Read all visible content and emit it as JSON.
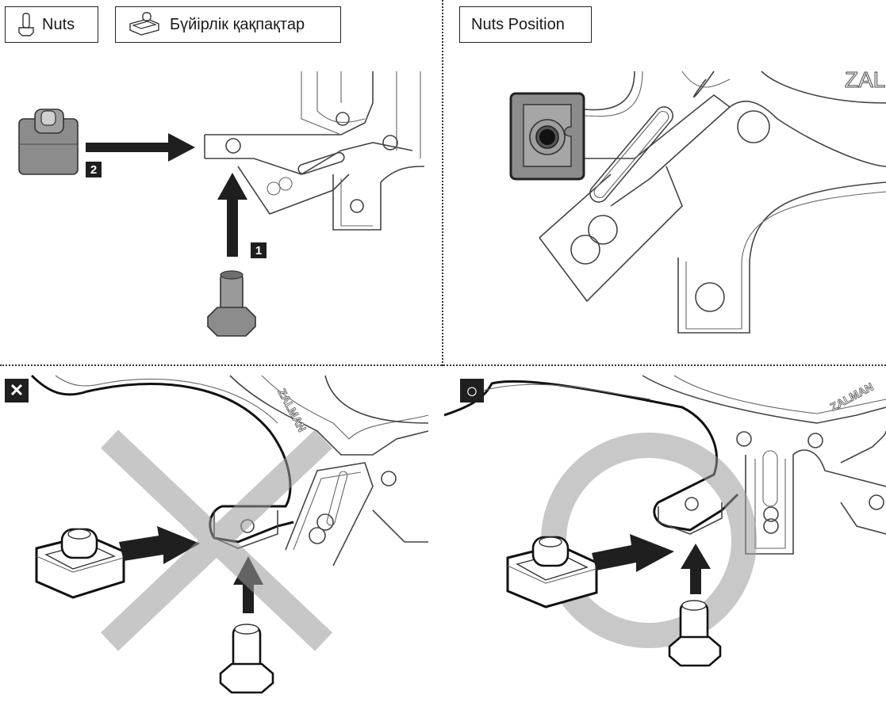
{
  "legend": {
    "nuts_label": "Nuts",
    "caps_label": "Бүйірлік қақпақтар",
    "position_label": "Nuts Position"
  },
  "steps": {
    "step1": "1",
    "step2": "2"
  },
  "brand": {
    "logo_partial": "ZAL",
    "logo_full": "ZALMAN"
  },
  "marks": {
    "wrong": "✕",
    "correct": "○"
  },
  "colors": {
    "part_gray": "#8c8c8c",
    "part_dark": "#2a2a2a",
    "overlay_gray": "#cfcfcf",
    "line": "#444444"
  }
}
